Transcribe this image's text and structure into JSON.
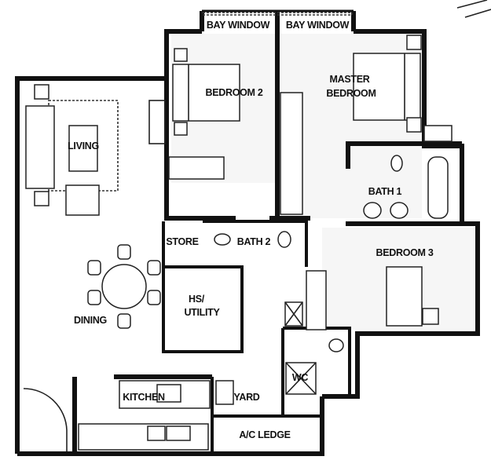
{
  "floor_plan": {
    "rooms": {
      "bay_window_left": "BAY WINDOW",
      "bay_window_right": "BAY WINDOW",
      "bedroom_2": "BEDROOM 2",
      "master_bedroom_line1": "MASTER",
      "master_bedroom_line2": "BEDROOM",
      "living": "LIVING",
      "bath_1": "BATH 1",
      "store": "STORE",
      "bath_2": "BATH 2",
      "bedroom_3": "BEDROOM 3",
      "hs_utility_line1": "HS/",
      "hs_utility_line2": "UTILITY",
      "dining": "DINING",
      "wc": "WC",
      "kitchen": "KITCHEN",
      "yard": "YARD",
      "ac_ledge": "A/C LEDGE"
    },
    "colors": {
      "wall": "#111111",
      "background": "#ffffff"
    }
  }
}
